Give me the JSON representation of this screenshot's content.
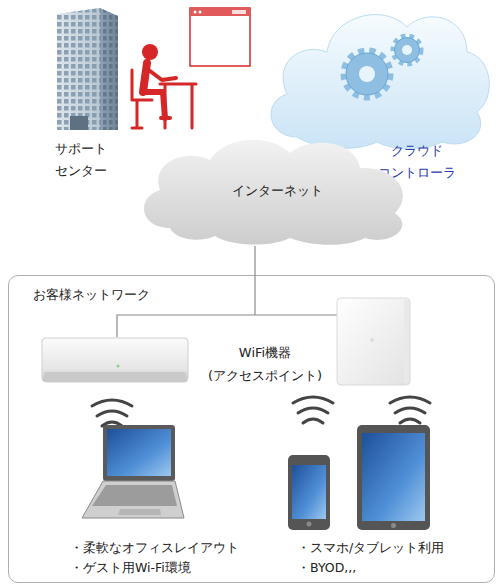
{
  "diagram": {
    "nodes": [
      {
        "text": [
          "サポート センター"
        ]
      },
      {
        "text": [
          "クラウド コントローラ"
        ]
      },
      {
        "text": [
          "インターネット"
        ]
      },
      {
        "text": [
          "お客様ネットワーク"
        ]
      }
    ],
    "edges": [
      {
        "from": 2,
        "to": 3,
        "arrow": "none"
      }
    ],
    "labels": [
      "WiFi機器 (アクセスポイント)",
      "・柔軟なオフィスレイアウト",
      "・ゲスト用Wi-Fi環境",
      "・スマホ/タブレット利用",
      "・BYOD,,,"
    ]
  }
}
